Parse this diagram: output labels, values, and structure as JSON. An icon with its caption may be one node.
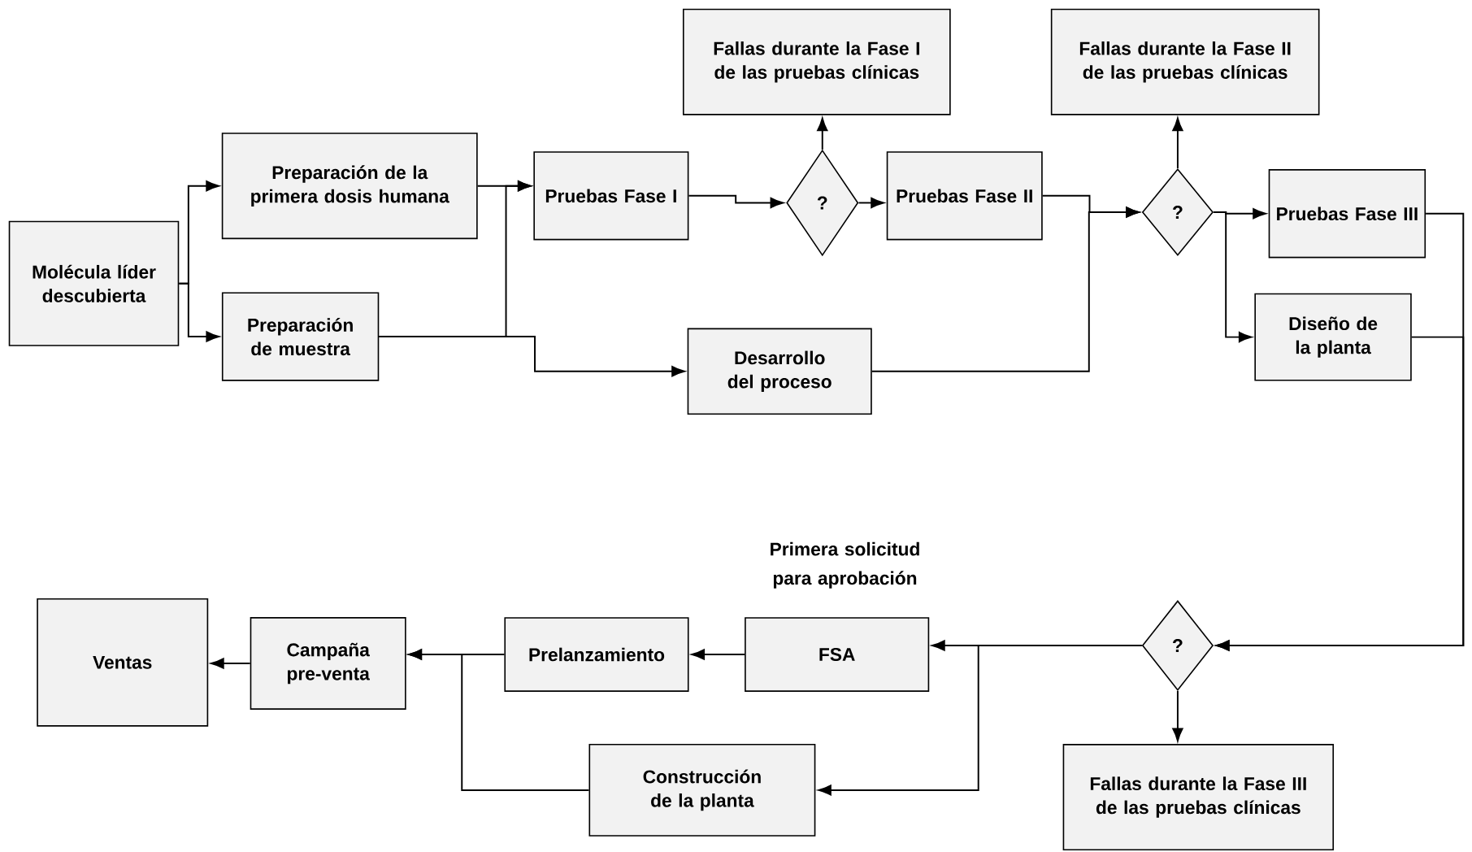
{
  "diagram": {
    "nodes": [
      {
        "text": [
          "Molécula líder descubierta"
        ]
      },
      {
        "text": [
          "Preparación de la primera dosis humana"
        ]
      },
      {
        "text": [
          "Preparación de muestra"
        ]
      },
      {
        "text": [
          "Pruebas Fase I"
        ]
      },
      {
        "text": [
          "Fallas durante la Fase I de las pruebas clínicas"
        ]
      },
      {
        "text": [
          "?"
        ]
      },
      {
        "text": [
          "Pruebas Fase II"
        ]
      },
      {
        "text": [
          "Fallas durante la Fase II de las pruebas clínicas"
        ]
      },
      {
        "text": [
          "?"
        ]
      },
      {
        "text": [
          "Pruebas Fase III"
        ]
      },
      {
        "text": [
          "Diseño de la planta"
        ]
      },
      {
        "text": [
          "Desarrollo del proceso"
        ]
      },
      {
        "text": [
          "?"
        ]
      },
      {
        "text": [
          "Fallas durante la Fase III de las pruebas clínicas"
        ]
      },
      {
        "text": [
          "FSA"
        ],
        "beside": [
          "Primera solicitud para aprobación"
        ]
      },
      {
        "text": [
          "Prelanzamiento"
        ]
      },
      {
        "text": [
          "Construcción de la planta"
        ]
      },
      {
        "text": [
          "Campaña pre-venta"
        ]
      },
      {
        "text": [
          "Ventas"
        ]
      }
    ],
    "edges": [
      {
        "from": 0,
        "to": 1,
        "arrow": "to"
      },
      {
        "from": 0,
        "to": 2,
        "arrow": "to"
      },
      {
        "from": 1,
        "to": 3,
        "arrow": "to"
      },
      {
        "from": 2,
        "to": 3,
        "arrow": "to"
      },
      {
        "from": 2,
        "to": 11,
        "arrow": "to"
      },
      {
        "from": 3,
        "to": 5,
        "arrow": "to"
      },
      {
        "from": 5,
        "to": 4,
        "arrow": "to"
      },
      {
        "from": 5,
        "to": 6,
        "arrow": "to"
      },
      {
        "from": 6,
        "to": 8,
        "arrow": "to"
      },
      {
        "from": 11,
        "to": 8,
        "arrow": "to"
      },
      {
        "from": 8,
        "to": 7,
        "arrow": "to"
      },
      {
        "from": 8,
        "to": 9,
        "arrow": "to"
      },
      {
        "from": 8,
        "to": 10,
        "arrow": "to"
      },
      {
        "from": 9,
        "to": 12,
        "arrow": "to"
      },
      {
        "from": 10,
        "to": 12,
        "arrow": "to"
      },
      {
        "from": 12,
        "to": 13,
        "arrow": "to"
      },
      {
        "from": 12,
        "to": 14,
        "arrow": "to"
      },
      {
        "from": 12,
        "to": 16,
        "arrow": "to"
      },
      {
        "from": 14,
        "to": 15,
        "arrow": "to"
      },
      {
        "from": 15,
        "to": 17,
        "arrow": "to"
      },
      {
        "from": 16,
        "to": 17,
        "arrow": "to"
      },
      {
        "from": 17,
        "to": 18,
        "arrow": "to"
      }
    ]
  }
}
